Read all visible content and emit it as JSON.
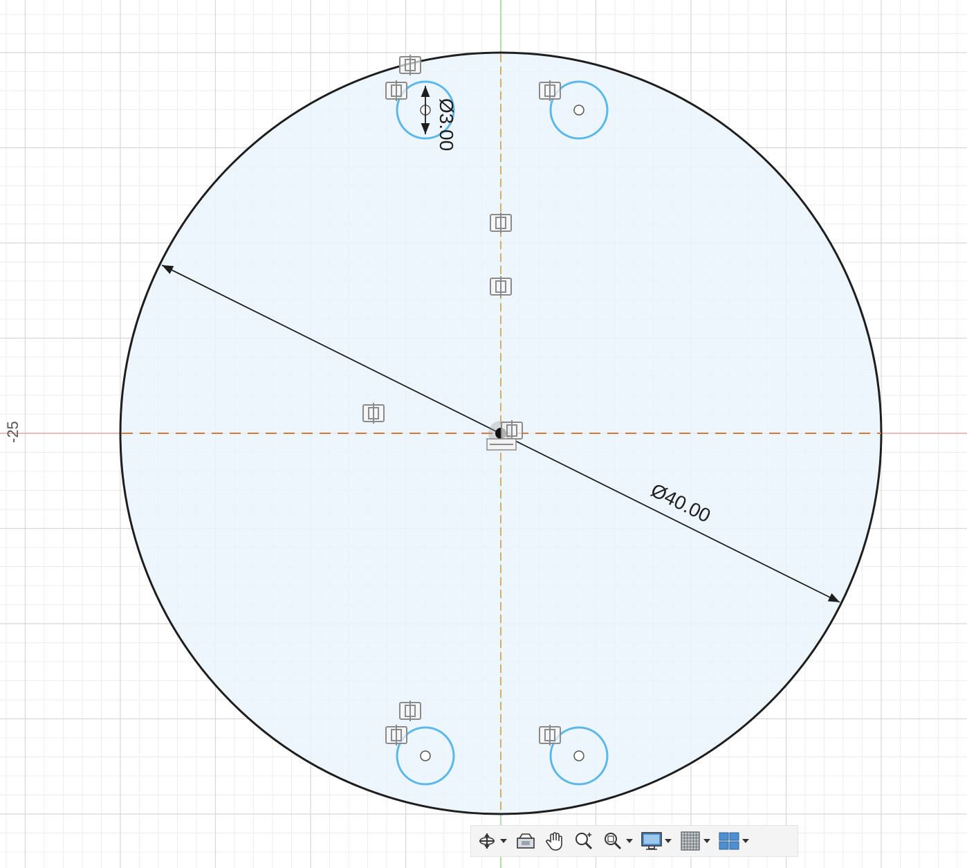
{
  "viewport": {
    "axis_label_y": "-25",
    "colors": {
      "background": "#ffffff",
      "grid_minor": "#ececec",
      "grid_major": "#d6d6d6",
      "x_axis": "#e89a9a",
      "y_axis": "#7fd37f",
      "profile_fill": "#eaf4fc",
      "profile_stroke": "#1e1e1e",
      "hole_stroke": "#5bb8e8",
      "construction_line": "#d27a3a"
    }
  },
  "sketch": {
    "outer_diameter_label": "Ø40.00",
    "hole_diameter_label": "Ø3.00"
  },
  "toolbar": {
    "items": [
      {
        "name": "orbit-icon",
        "has_dropdown": true
      },
      {
        "name": "look-at-icon",
        "has_dropdown": false
      },
      {
        "name": "pan-icon",
        "has_dropdown": false
      },
      {
        "name": "zoom-icon",
        "has_dropdown": false
      },
      {
        "name": "fit-icon",
        "has_dropdown": true
      },
      {
        "name": "display-settings-icon",
        "has_dropdown": true
      },
      {
        "name": "grid-settings-icon",
        "has_dropdown": true
      },
      {
        "name": "viewports-icon",
        "has_dropdown": true
      }
    ]
  }
}
